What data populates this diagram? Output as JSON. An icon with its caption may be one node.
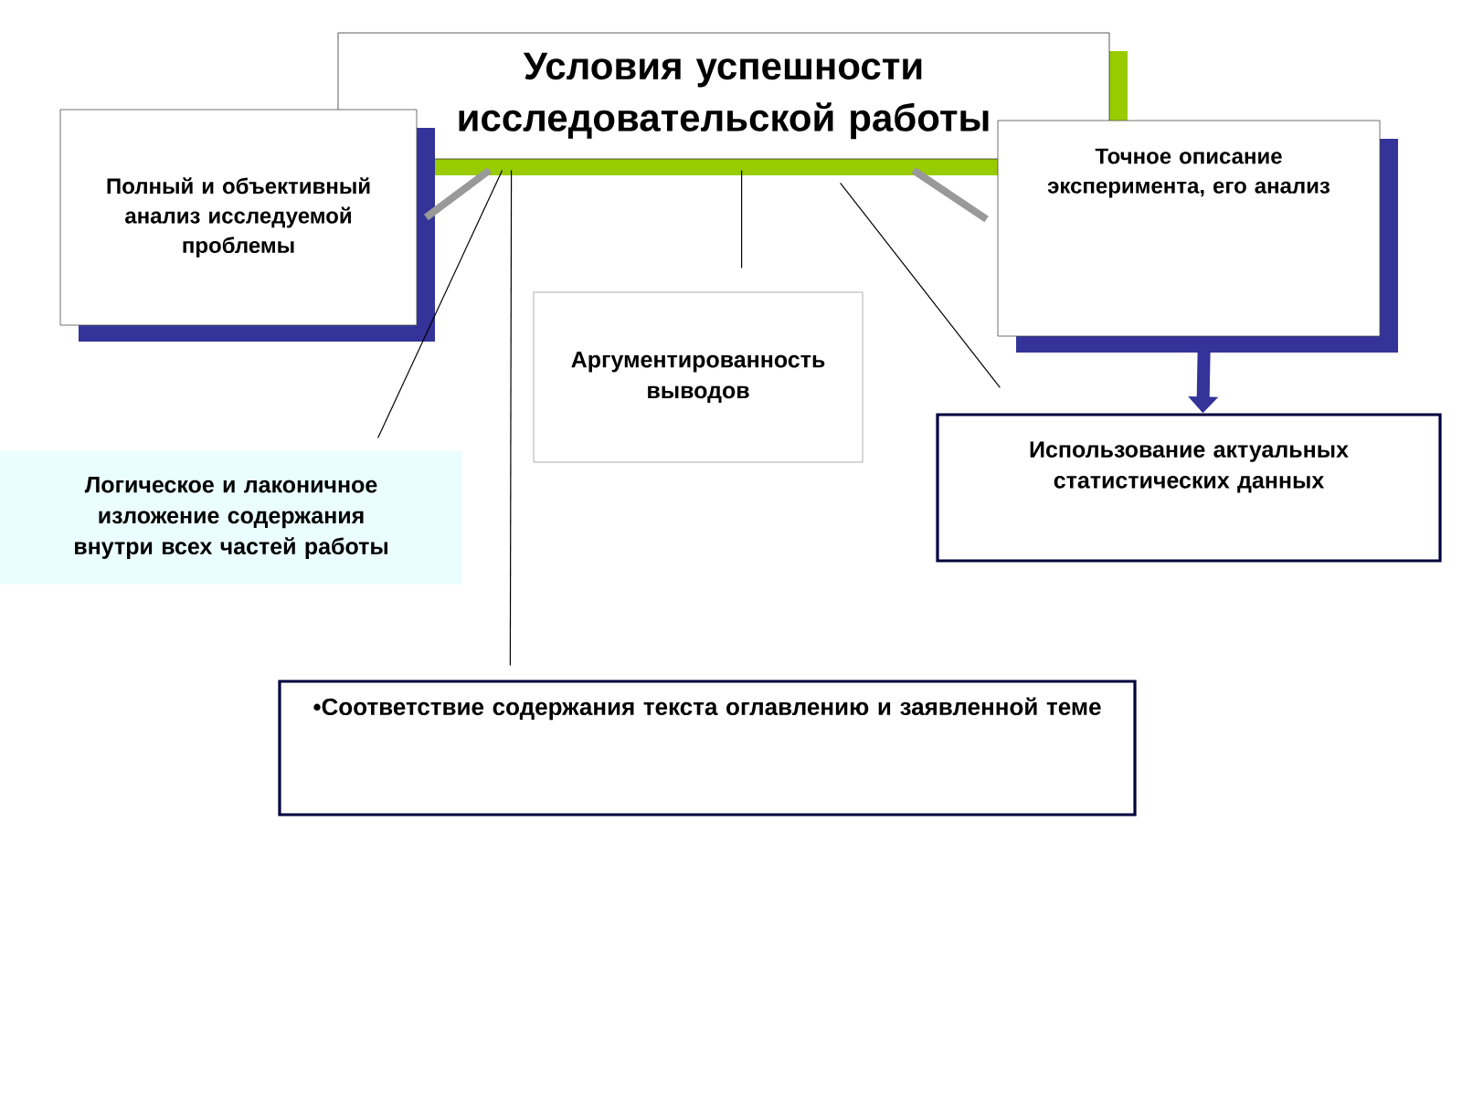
{
  "diagram": {
    "nodes": [
      {
        "text": [
          "Условия успешности исследовательской работы"
        ]
      },
      {
        "text": [
          "Полный и объективный анализ исследуемой проблемы"
        ]
      },
      {
        "text": [
          "Точное описание эксперимента, его анализ"
        ]
      },
      {
        "text": [
          "Аргументированность выводов"
        ]
      },
      {
        "text": [
          "Использование актуальных статистических данных"
        ]
      },
      {
        "text": [
          "Логическое и лаконичное изложение содержания внутри всех частей работы"
        ]
      },
      {
        "text": [
          "•Соответствие содержания текста оглавлению и заявленной теме"
        ]
      }
    ],
    "edges": [
      {
        "from": 0,
        "to": 1,
        "arrow": "none",
        "style": "thick",
        "color": "#999999"
      },
      {
        "from": 0,
        "to": 2,
        "arrow": "none",
        "style": "thick",
        "color": "#999999"
      },
      {
        "from": 0,
        "to": 5,
        "arrow": "none"
      },
      {
        "from": 0,
        "to": 6,
        "arrow": "none"
      },
      {
        "from": 0,
        "to": 3,
        "arrow": "none"
      },
      {
        "from": 0,
        "to": 4,
        "arrow": "none"
      },
      {
        "from": 2,
        "to": 4,
        "arrow": "to",
        "style": "thick",
        "color": "#333399"
      }
    ]
  }
}
